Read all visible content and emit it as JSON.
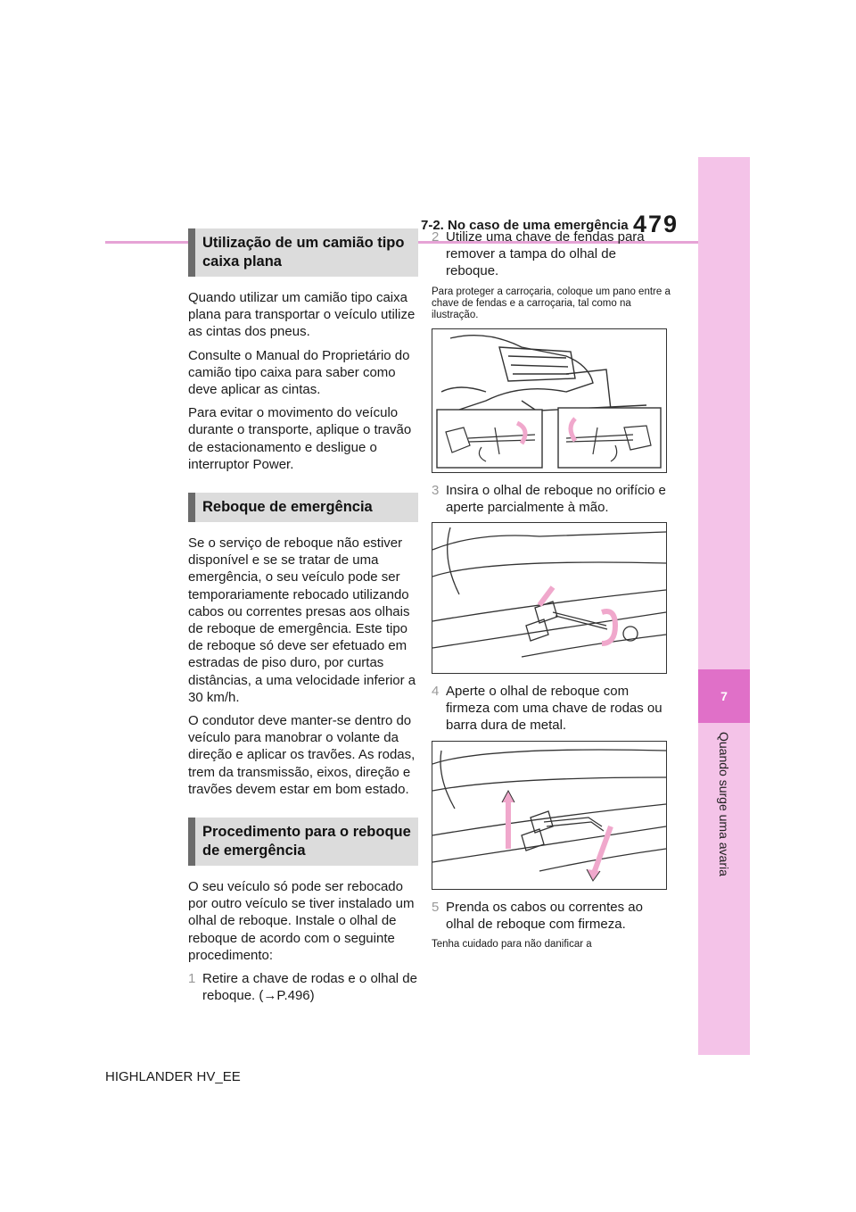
{
  "header": {
    "section": "7-2. No caso de uma emergência",
    "page_number": "479"
  },
  "side_tab": {
    "chapter_number": "7",
    "chapter_title": "Quando surge uma avaria"
  },
  "footer": {
    "model": "HIGHLANDER HV_EE"
  },
  "left_column": {
    "heading1": "Utilização de um camião tipo caixa plana",
    "p1": "Quando utilizar um camião tipo caixa plana para transportar o veículo utilize as cintas dos pneus.",
    "p2": "Consulte o Manual do Proprietário do camião tipo caixa para saber como deve aplicar as cintas.",
    "p3": "Para evitar o movimento do veículo durante o transporte, aplique o travão de estacionamento e desligue o interruptor Power.",
    "heading2": "Reboque de emergência",
    "p4": "Se o serviço de reboque não estiver disponível e se se tratar de uma emergência, o seu veículo pode ser temporariamente rebocado utilizando cabos ou correntes presas aos olhais de reboque de emergência. Este tipo de reboque só deve ser efetuado em estradas de piso duro, por curtas distâncias, a uma velocidade inferior a 30 km/h.",
    "p5": "O condutor deve manter-se dentro do veículo para manobrar o volante da direção e aplicar os travões. As rodas, trem da transmissão, eixos, direção e travões devem estar em bom estado.",
    "heading3": "Procedimento para o reboque de emergência",
    "p6": "O seu veículo só pode ser rebocado por outro veículo se tiver instalado um olhal de reboque. Instale o olhal de reboque de acordo com o seguinte procedimento:",
    "step1_num": "1",
    "step1_text": "Retire a chave de rodas e o olhal de reboque. (→P.496)"
  },
  "right_column": {
    "step2_num": "2",
    "step2_text": "Utilize uma chave de fendas para remover a tampa do olhal de reboque.",
    "note1": "Para proteger a carroçaria, coloque um pano entre a chave de fendas e a carroçaria, tal como na ilustração.",
    "step3_num": "3",
    "step3_text": "Insira o olhal de reboque no orifício e aperte parcialmente à mão.",
    "step4_num": "4",
    "step4_text": "Aperte o olhal de reboque com firmeza com uma chave de rodas ou barra dura de metal.",
    "step5_num": "5",
    "step5_text": "Prenda os cabos ou correntes ao olhal de reboque com firmeza.",
    "note2": "Tenha cuidado para não danificar a"
  },
  "colors": {
    "accent_pink": "#f4c3e8",
    "tab_magenta": "#e070c8",
    "arrow_pink": "#f0a8cc",
    "heading_gray": "#dcdcdc"
  }
}
